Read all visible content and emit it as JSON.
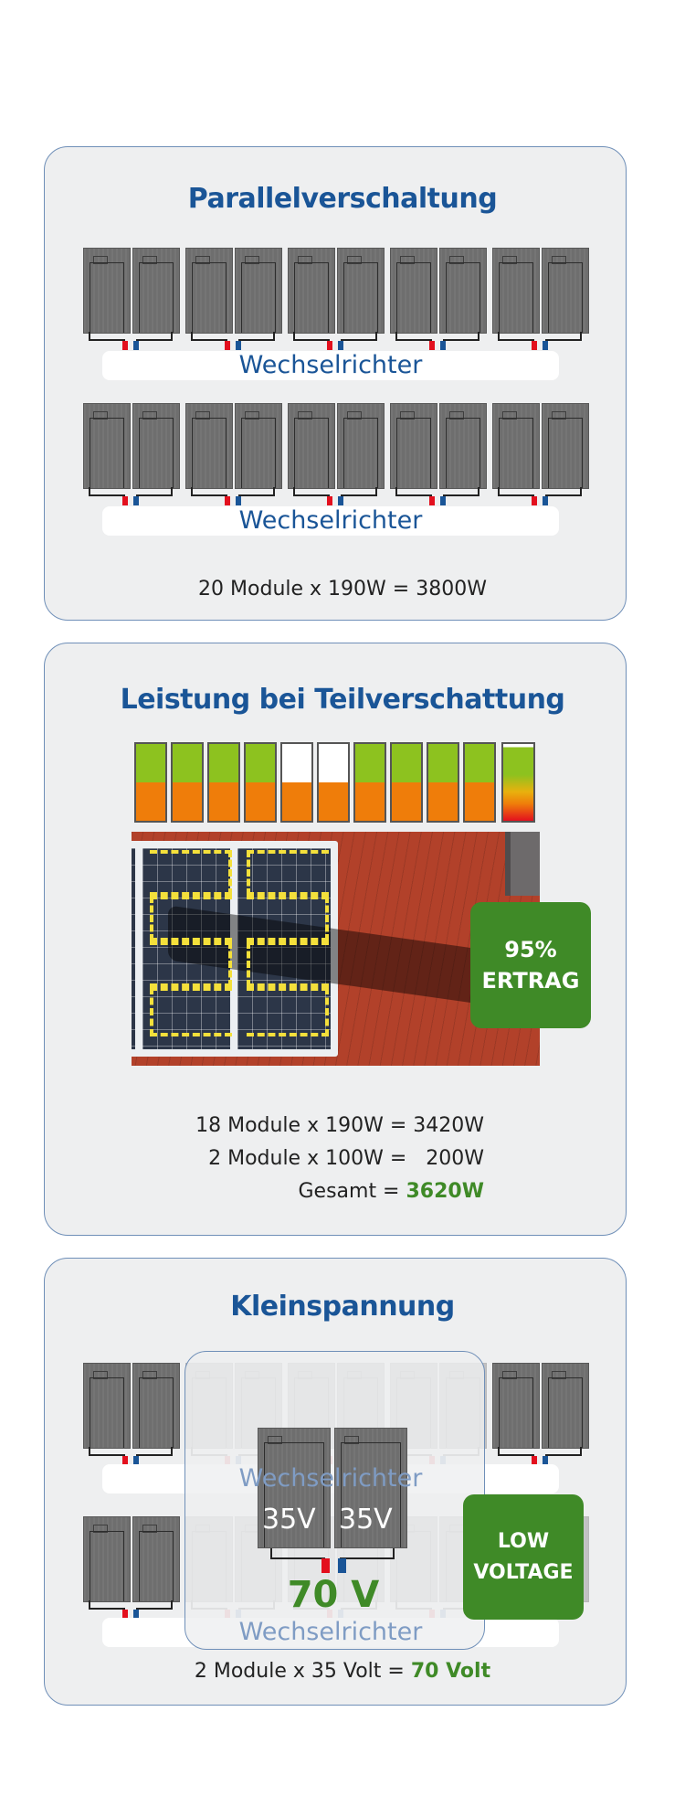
{
  "parallel": {
    "title": "Parallelverschaltung",
    "inverter_label": "Wechselrichter",
    "footer": "20 Module x 190W = 3800W"
  },
  "shading": {
    "title": "Leistung bei Teilverschattung",
    "module_bars": [
      "full",
      "full",
      "full",
      "full",
      "shaded",
      "shaded",
      "full",
      "full",
      "full",
      "full"
    ],
    "badge_line1": "95%",
    "badge_line2": "ERTRAG",
    "line1": "18 Module x 190W = 3420W",
    "line2": "2 Module x 100W =   200W",
    "total_label": "Gesamt = ",
    "total_value": "3620W"
  },
  "low_voltage": {
    "title": "Kleinspannung",
    "inverter_label": "Wechselrichter",
    "module_voltage_a": "35V",
    "module_voltage_b": "35V",
    "sum_voltage": "70 V",
    "badge_line1": "LOW",
    "badge_line2": "VOLTAGE",
    "footer_prefix": "2 Module x 35 Volt = ",
    "footer_value": "70 Volt"
  },
  "colors": {
    "title_blue": "#1a5597",
    "green": "#3f8a27",
    "bar_green": "#8dc21f",
    "bar_orange": "#ef7d0a",
    "plus": "#e3101e",
    "minus": "#1a5597"
  }
}
